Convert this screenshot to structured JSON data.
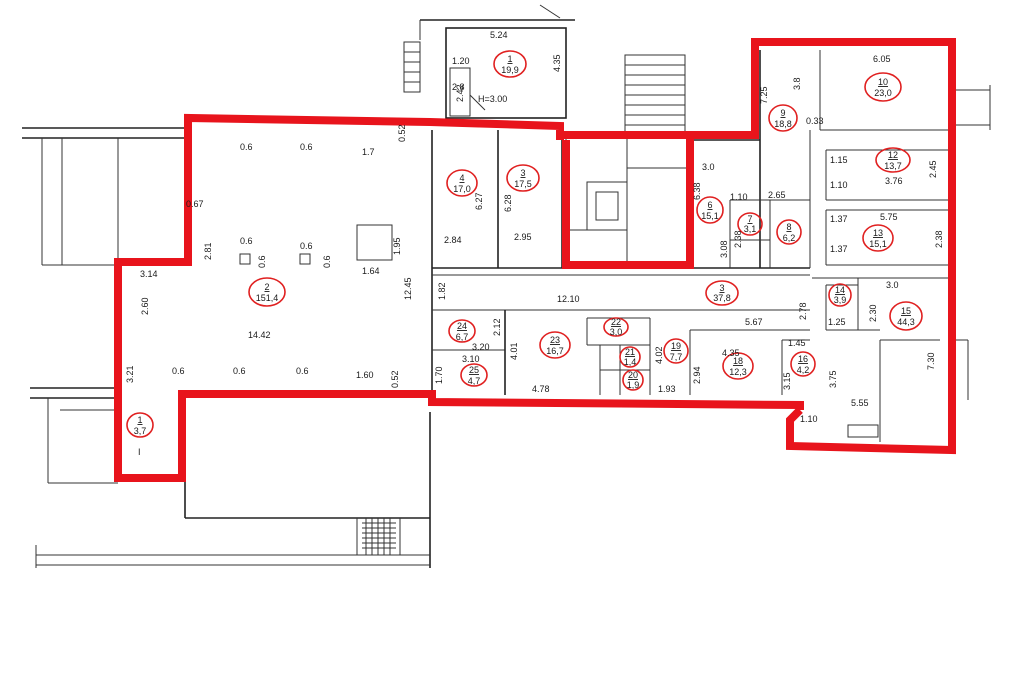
{
  "rooms": [
    {
      "n": "1",
      "a": "19,9"
    },
    {
      "n": "2",
      "a": "151,4"
    },
    {
      "n": "3",
      "a": "17,5"
    },
    {
      "n": "4",
      "a": "17,0"
    },
    {
      "n": "3",
      "a": "37,8"
    },
    {
      "n": "6",
      "a": "15,1"
    },
    {
      "n": "7",
      "a": "3,1"
    },
    {
      "n": "8",
      "a": "6,2"
    },
    {
      "n": "9",
      "a": "18,8"
    },
    {
      "n": "10",
      "a": "23,0"
    },
    {
      "n": "12",
      "a": "13,7"
    },
    {
      "n": "13",
      "a": "15,1"
    },
    {
      "n": "14",
      "a": "3,9"
    },
    {
      "n": "15",
      "a": "44,3"
    },
    {
      "n": "16",
      "a": "4,2"
    },
    {
      "n": "18",
      "a": "12,3"
    },
    {
      "n": "19",
      "a": "7,7"
    },
    {
      "n": "23",
      "a": "16,7"
    },
    {
      "n": "24",
      "a": "6,7"
    },
    {
      "n": "25",
      "a": "4,7"
    },
    {
      "n": "22",
      "a": "3,0"
    },
    {
      "n": "21",
      "a": "1,4"
    },
    {
      "n": "20",
      "a": "1,9"
    },
    {
      "n": "1",
      "a": "3,7"
    }
  ],
  "dims": {
    "d1": "5.24",
    "d2": "4.35",
    "d3": "1.20",
    "d4": "2.8",
    "d5": "2.42",
    "d6": "H=3.00",
    "d7": "0.6",
    "d8": "0.6",
    "d9": "1.7",
    "d10": "0.52",
    "d11": "0.67",
    "d12": "2.81",
    "d13": "0.6",
    "d14": "0.6",
    "d15": "0.6",
    "d16": "0.6",
    "d17": "1.95",
    "d18": "1.64",
    "d19": "12.45",
    "d20": "3.14",
    "d21": "2.60",
    "d22": "14.42",
    "d23": "3.21",
    "d24": "0.6",
    "d25": "0.6",
    "d26": "0.6",
    "d27": "1.60",
    "d28": "0.52",
    "d29": "I",
    "d30": "6.27",
    "d31": "6.28",
    "d32": "2.84",
    "d33": "2.95",
    "d34": "1.82",
    "d35": "12.10",
    "d36": "5.67",
    "d37": "3.20",
    "d38": "2.12",
    "d39": "3.10",
    "d40": "1.70",
    "d41": "4.01",
    "d42": "4.78",
    "d43": "4.02",
    "d44": "1.93",
    "d45": "2.94",
    "d46": "4.35",
    "d47": "3.0",
    "d48": "1.10",
    "d49": "6.38",
    "d50": "3.08",
    "d51": "2.38",
    "d52": "1.37",
    "d53": "1.37",
    "d54": "2.38",
    "d55": "2.65",
    "d56": "1.15",
    "d57": "1.10",
    "d58": "3.76",
    "d59": "2.45",
    "d60": "5.75",
    "d61": "6.05",
    "d62": "3.8",
    "d63": "7.25",
    "d64": "0.33",
    "d65": "2.78",
    "d66": "1.25",
    "d67": "2.30",
    "d68": "3.0",
    "d69": "1.45",
    "d70": "3.15",
    "d71": "3.75",
    "d72": "5.55",
    "d73": "7.30",
    "d74": "1.10"
  }
}
